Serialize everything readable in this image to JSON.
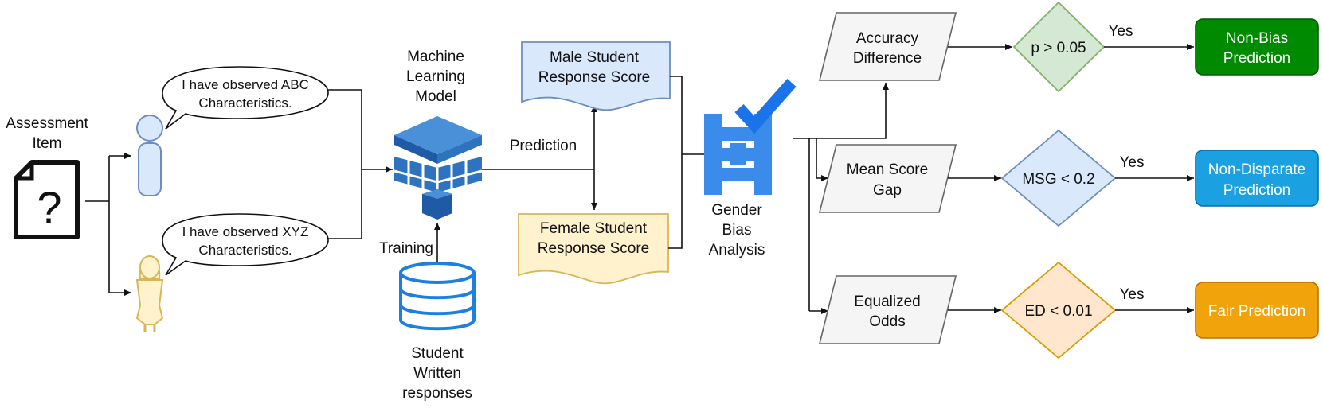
{
  "labels": {
    "assessment_1": "Assessment",
    "assessment_2": "Item",
    "question_mark": "?",
    "bubble1_1": "I have observed ABC",
    "bubble1_2": "Characteristics.",
    "bubble2_1": "I have observed XYZ",
    "bubble2_2": "Characteristics.",
    "ml_1": "Machine",
    "ml_2": "Learning",
    "ml_3": "Model",
    "prediction": "Prediction",
    "training": "Training",
    "swr_1": "Student",
    "swr_2": "Written",
    "swr_3": "responses",
    "male_1": "Male Student",
    "male_2": "Response Score",
    "female_1": "Female Student",
    "female_2": "Response Score",
    "gba_1": "Gender",
    "gba_2": "Bias",
    "gba_3": "Analysis",
    "acc_1": "Accuracy",
    "acc_2": "Difference",
    "msg_1": "Mean Score",
    "msg_2": "Gap",
    "eo_1": "Equalized",
    "eo_2": "Odds",
    "d1": "p > 0.05",
    "d2": "MSG < 0.2",
    "d3": "ED < 0.01",
    "yes1": "Yes",
    "yes2": "Yes",
    "yes3": "Yes",
    "r1_1": "Non-Bias",
    "r1_2": "Prediction",
    "r2_1": "Non-Disparate",
    "r2_2": "Prediction",
    "r3": "Fair Prediction"
  },
  "colors": {
    "ml_blue_dark": "#1f5aa6",
    "ml_blue": "#2e73bf",
    "ml_blue_light": "#4a90d9",
    "db_blue": "#1e7fe0",
    "gba_blue": "#3b8beb",
    "person_fill": "#dae8fc",
    "person_stroke": "#6c8ebf",
    "female_fill": "#fff2cc",
    "female_stroke": "#d6b656",
    "male_doc_fill": "#dae8fc",
    "female_doc_fill": "#fff2cc",
    "gray_fill": "#f5f5f5",
    "gray_stroke": "#666666",
    "d1_fill": "#d5e8d4",
    "d1_stroke": "#82b366",
    "d2_fill": "#dae8fc",
    "d2_stroke": "#6c8ebf",
    "d3_fill": "#ffe6cc",
    "d3_stroke": "#d79b00",
    "r1_fill": "#008a00",
    "r2_fill": "#1ba1e2",
    "r3_fill": "#f0a30a"
  }
}
